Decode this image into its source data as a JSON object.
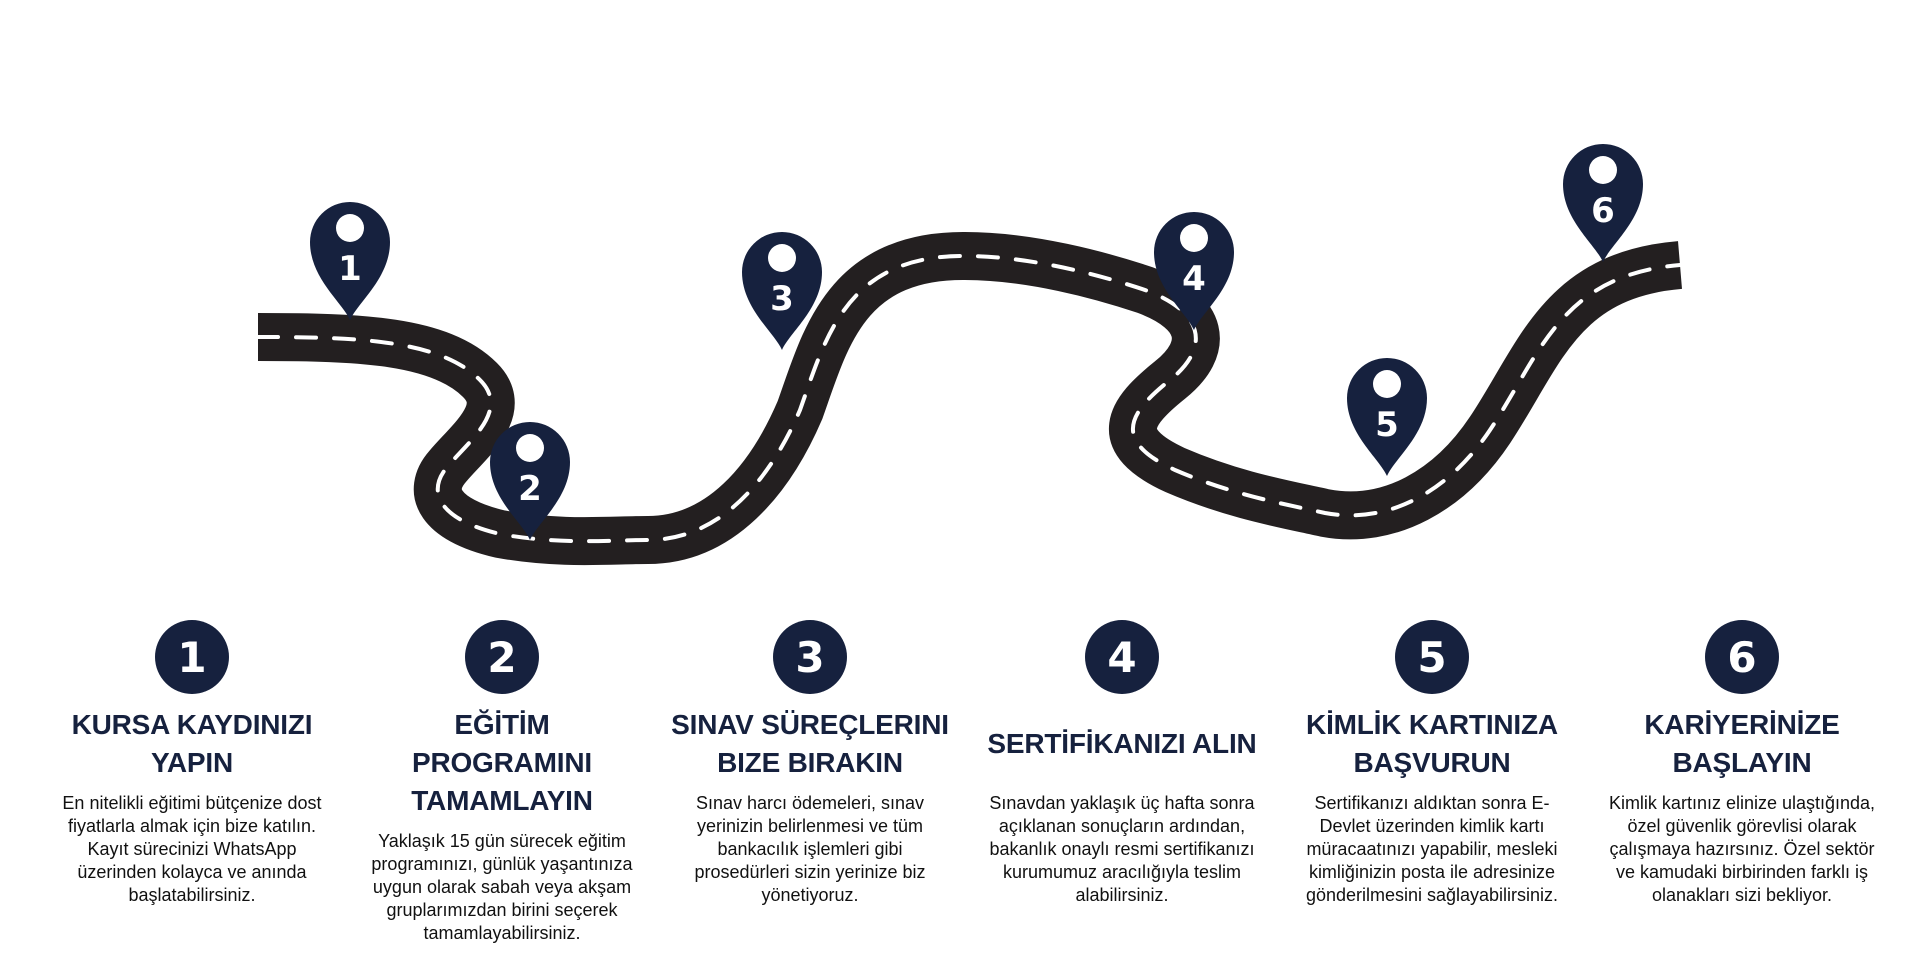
{
  "colors": {
    "pin": "#16213e",
    "road": "#231f20",
    "lane": "#ffffff",
    "title": "#16213e",
    "text": "#111111"
  },
  "pins": [
    {
      "icon": "map-pin-icon",
      "number": "1"
    },
    {
      "icon": "map-pin-icon",
      "number": "2"
    },
    {
      "icon": "map-pin-icon",
      "number": "3"
    },
    {
      "icon": "map-pin-icon",
      "number": "4"
    },
    {
      "icon": "map-pin-icon",
      "number": "5"
    },
    {
      "icon": "map-pin-icon",
      "number": "6"
    }
  ],
  "steps": [
    {
      "number": "1",
      "title_line1": "KURSA KAYDINIZI",
      "title_line2": "YAPIN",
      "description": "En nitelikli eğitimi bütçenize dost fiyatlarla almak için bize katılın. Kayıt sürecinizi WhatsApp üzerinden kolayca ve anında başlatabilirsiniz."
    },
    {
      "number": "2",
      "title_line1": "EĞİTİM PROGRAMINI",
      "title_line2": "TAMAMLAYIN",
      "description": "Yaklaşık 15 gün sürecek eğitim programınızı, günlük yaşantınıza uygun olarak sabah veya akşam gruplarımızdan birini seçerek tamamlayabilirsiniz."
    },
    {
      "number": "3",
      "title_line1": "SINAV SÜREÇLERINI",
      "title_line2": "BIZE BIRAKIN",
      "description": "Sınav harcı ödemeleri, sınav yerinizin belirlenmesi ve tüm bankacılık işlemleri gibi prosedürleri sizin yerinize biz yönetiyoruz."
    },
    {
      "number": "4",
      "title_line1": "SERTİFİKANIZI ALIN",
      "title_line2": "",
      "description": "Sınavdan yaklaşık üç hafta sonra açıklanan sonuçların ardından, bakanlık onaylı resmi sertifikanızı kurumumuz aracılığıyla teslim alabilirsiniz."
    },
    {
      "number": "5",
      "title_line1": "KİMLİK KARTINIZA",
      "title_line2": "BAŞVURUN",
      "description": "Sertifikanızı aldıktan sonra E-Devlet üzerinden kimlik kartı müracaatınızı yapabilir, mesleki kimliğinizin posta ile adresinize gönderilmesini sağlayabilirsiniz."
    },
    {
      "number": "6",
      "title_line1": "KARİYERİNİZE",
      "title_line2": "BAŞLAYIN",
      "description": "Kimlik kartınız elinize ulaştığında, özel güvenlik görevlisi olarak çalışmaya hazırsınız. Özel sektör ve kamudaki birbirinden farklı iş olanakları sizi bekliyor."
    }
  ]
}
